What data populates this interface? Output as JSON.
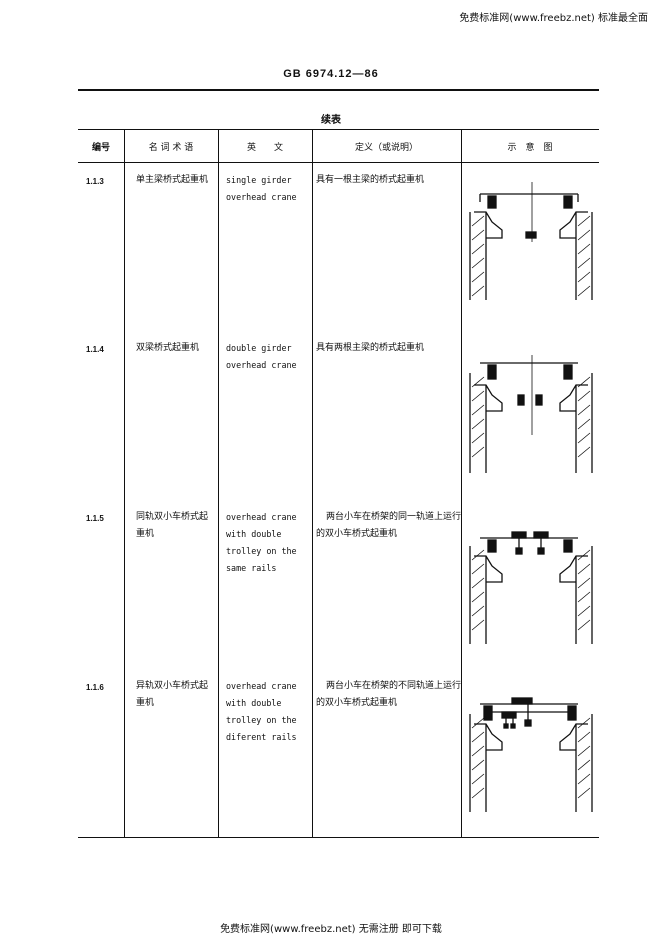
{
  "banner_top": "免费标准网(www.freebz.net) 标准最全面",
  "doc_code": "GB 6974.12—86",
  "continued_label": "续表",
  "headers": [
    "编号",
    "名 词 术 语",
    "英　　文",
    "定义（或说明）",
    "示　意　图"
  ],
  "rows": [
    {
      "code": "1.1.3",
      "term": "单主梁桥式起重机",
      "english": "single girder overhead crane",
      "definition": "具有一根主梁的桥式起重机",
      "diagram": "single-girder-crane-diagram"
    },
    {
      "code": "1.1.4",
      "term": "双梁桥式起重机",
      "english": "double girder overhead crane",
      "definition": "具有两根主梁的桥式起重机",
      "diagram": "double-girder-crane-diagram"
    },
    {
      "code": "1.1.5",
      "term": "同轨双小车桥式起重机",
      "english": "overhead crane with double trolley on the same rails",
      "definition": "两台小车在桥架的同一轨道上运行的双小车桥式起重机",
      "diagram": "same-rail-double-trolley-diagram"
    },
    {
      "code": "1.1.6",
      "term": "异轨双小车桥式起重机",
      "english": "overhead crane with double trolley on the diferent rails",
      "definition": "两台小车在桥架的不同轨道上运行的双小车桥式起重机",
      "diagram": "different-rail-double-trolley-diagram"
    }
  ],
  "banner_bottom": "免费标准网(www.freebz.net) 无需注册 即可下载"
}
